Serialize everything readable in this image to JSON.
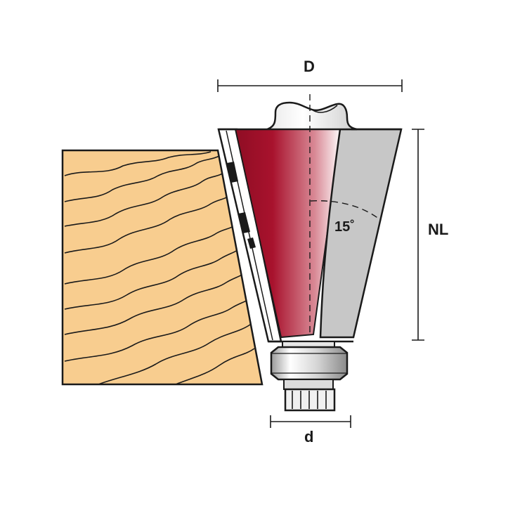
{
  "labels": {
    "diameter": "D",
    "length": "NL",
    "bearing_diameter": "d",
    "angle": "15˚"
  },
  "colors": {
    "wood": "#f8cd8f",
    "cutter_red": "#a8122d",
    "body_gray": "#c7c7c7",
    "outline": "#1a1a1a"
  }
}
